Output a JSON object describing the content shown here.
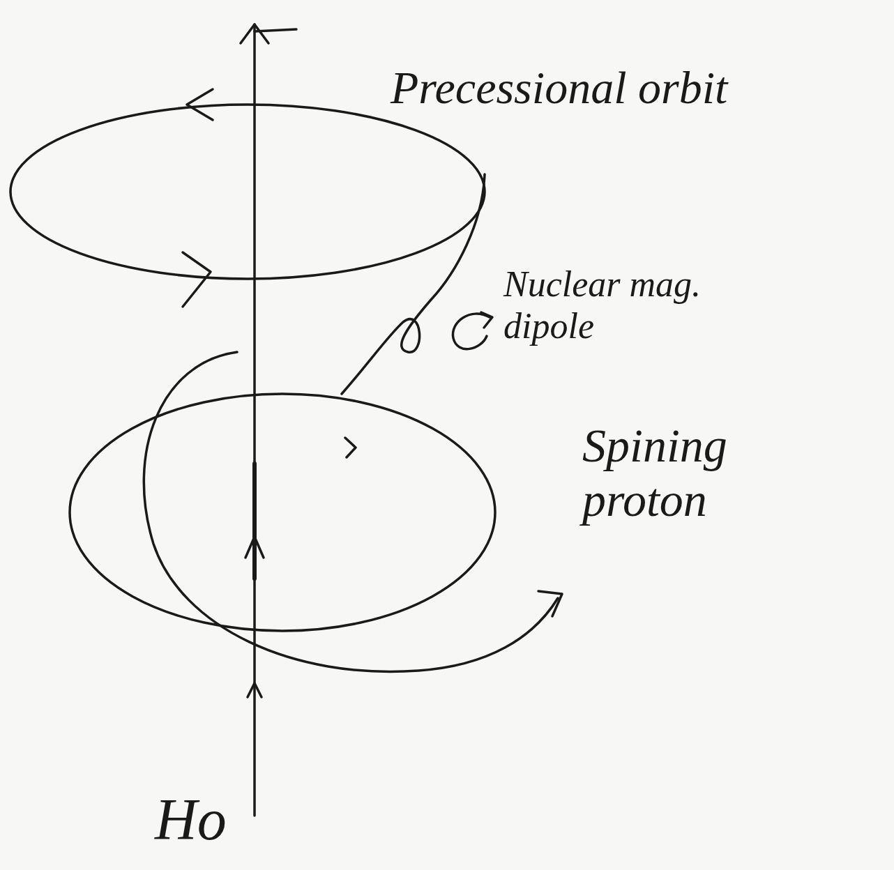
{
  "diagram": {
    "labels": [
      "Precessional orbit",
      "Nuclear mag. dipole",
      "Spining proton",
      "Ho"
    ]
  }
}
